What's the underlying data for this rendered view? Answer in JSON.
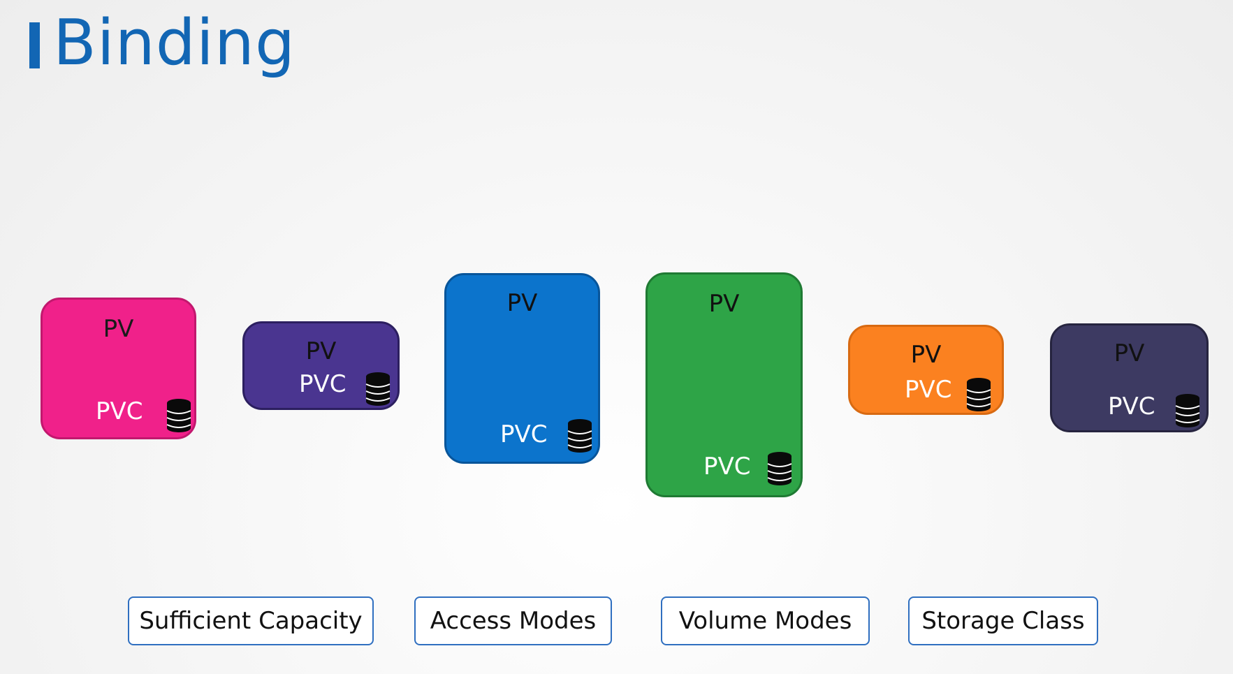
{
  "title": "Binding",
  "pv_label": "PV",
  "pvc_label": "PVC",
  "icons": {
    "storage": "database-icon"
  },
  "volumes": [
    {
      "id": "pink",
      "fill": "#f0218a",
      "border": "#c2186e",
      "pv_text_color": "#1a1a1a"
    },
    {
      "id": "purple",
      "fill": "#4a3590",
      "border": "#2c1f60",
      "pv_text_color": "#111111"
    },
    {
      "id": "blue",
      "fill": "#0c74cc",
      "border": "#08559a",
      "pv_text_color": "#111111"
    },
    {
      "id": "green",
      "fill": "#2ea447",
      "border": "#1f7a33",
      "pv_text_color": "#111111"
    },
    {
      "id": "orange",
      "fill": "#fb8120",
      "border": "#d86a12",
      "pv_text_color": "#111111"
    },
    {
      "id": "slate",
      "fill": "#3d3a62",
      "border": "#26243f",
      "pv_text_color": "#111111"
    }
  ],
  "criteria": [
    {
      "label": "Sufficient Capacity"
    },
    {
      "label": "Access Modes"
    },
    {
      "label": "Volume Modes"
    },
    {
      "label": "Storage Class"
    }
  ],
  "colors": {
    "title": "#1266b4",
    "criteria_border": "#2f6fc0"
  }
}
